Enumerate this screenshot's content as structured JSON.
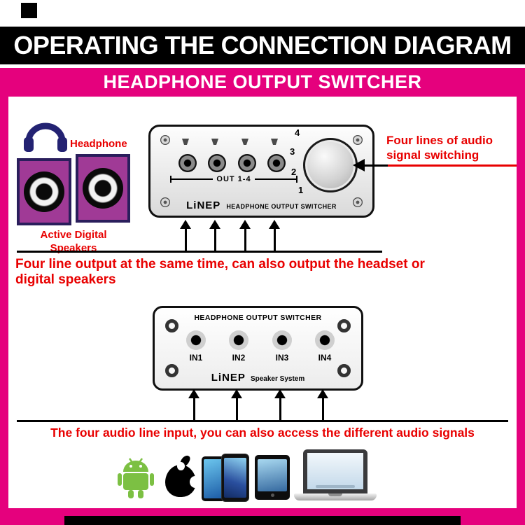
{
  "colors": {
    "magenta": "#E5017D",
    "red": "#E80000",
    "navy": "#232272",
    "speaker_purple": "#A03A96",
    "android_green": "#7CC043",
    "black": "#000000"
  },
  "header": {
    "title": "OPERATING THE CONNECTION DIAGRAM",
    "subtitle": "HEADPHONE OUTPUT SWITCHER"
  },
  "top_section": {
    "headphone_label": "Headphone",
    "speakers_label": "Active Digital Speakers",
    "knob_note": "Four lines of audio signal switching",
    "caption": "Four line output at the same time, can also output the headset or digital speakers"
  },
  "device_top": {
    "out_label": "OUT 1-4",
    "knob_numbers": [
      "4",
      "3",
      "2",
      "1"
    ],
    "brand": "LiNEP",
    "model": "HEADPHONE OUTPUT SWITCHER"
  },
  "device_bottom": {
    "title": "HEADPHONE OUTPUT SWITCHER",
    "inputs": [
      "IN1",
      "IN2",
      "IN3",
      "IN4"
    ],
    "brand": "LiNEP",
    "brand_suffix": "Speaker System"
  },
  "bottom_section": {
    "caption": "The four audio line input, you can also access the different audio signals",
    "device_icons": [
      "android",
      "apple",
      "smartphones",
      "tablet",
      "macbook"
    ]
  }
}
